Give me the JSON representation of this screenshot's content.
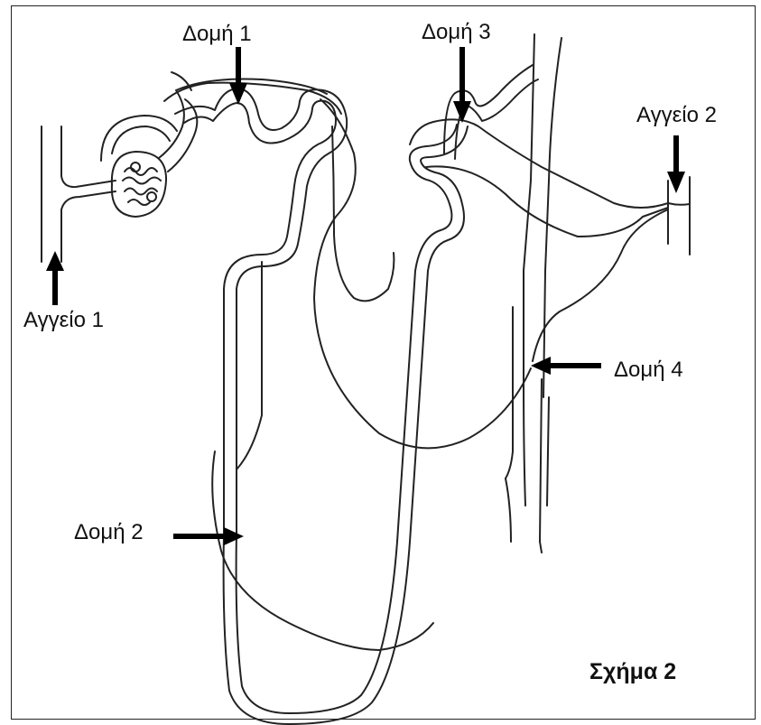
{
  "figure": {
    "caption": "Σχήμα 2",
    "labels": {
      "domi1": "Δομή 1",
      "domi2": "Δομή 2",
      "domi3": "Δομή 3",
      "domi4": "Δομή 4",
      "aggeio1": "Αγγείο 1",
      "aggeio2": "Αγγείο 2"
    }
  },
  "colors": {
    "line": "#222222",
    "arrow": "#000000",
    "background": "#ffffff"
  }
}
